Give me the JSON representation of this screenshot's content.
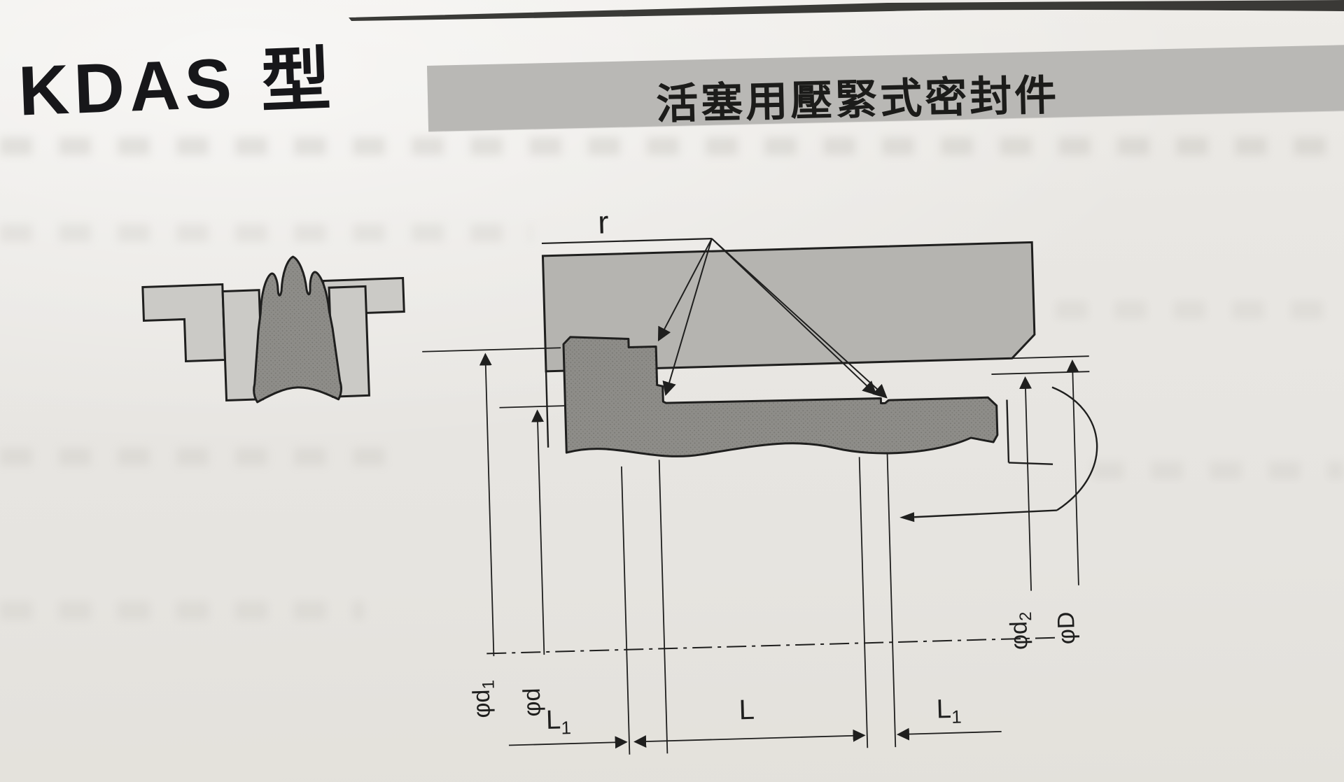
{
  "page": {
    "title": "KDAS 型",
    "banner_title": "活塞用壓緊式密封件"
  },
  "diagram": {
    "callout_radius": "r",
    "dims": {
      "d1": {
        "main": "φd",
        "sub": "1"
      },
      "d": {
        "main": "φd",
        "sub": ""
      },
      "d2": {
        "main": "φd",
        "sub": "2"
      },
      "D": {
        "main": "φD",
        "sub": ""
      },
      "L1_left": {
        "main": "L",
        "sub": "1"
      },
      "L": {
        "main": "L",
        "sub": ""
      },
      "L1_right": {
        "main": "L",
        "sub": "1"
      }
    },
    "colors": {
      "paper": "#e9e7e3",
      "banner": "#b9b8b5",
      "cylinder_fill": "#b5b4b0",
      "seal_fill": "#8e8d89",
      "ring_fill": "#cbcac6",
      "line": "#1f1f1e"
    }
  }
}
